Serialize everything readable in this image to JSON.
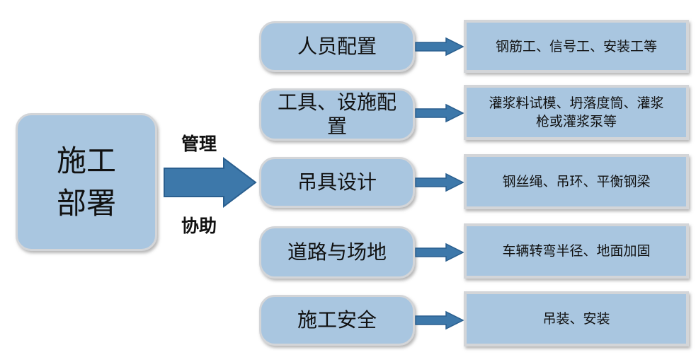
{
  "main": {
    "title": "施工\n部署"
  },
  "mid_labels": {
    "top": "管理",
    "bottom": "协助"
  },
  "rows": [
    {
      "category": "人员配置",
      "detail": "钢筋工、信号工、安装工等"
    },
    {
      "category": "工具、设施配置",
      "detail": "灌浆料试模、坍落度筒、灌浆枪或灌浆泵等"
    },
    {
      "category": "吊具设计",
      "detail": "钢丝绳、吊环、平衡钢梁"
    },
    {
      "category": "道路与场地",
      "detail": "车辆转弯半径、地面加固"
    },
    {
      "category": "施工安全",
      "detail": "吊装、安装"
    }
  ],
  "colors": {
    "box_fill": "#a9c6e0",
    "box_border": "#d3d5d8",
    "arrow_fill": "#3d78aa",
    "arrow_stroke": "#2a5f8f"
  }
}
